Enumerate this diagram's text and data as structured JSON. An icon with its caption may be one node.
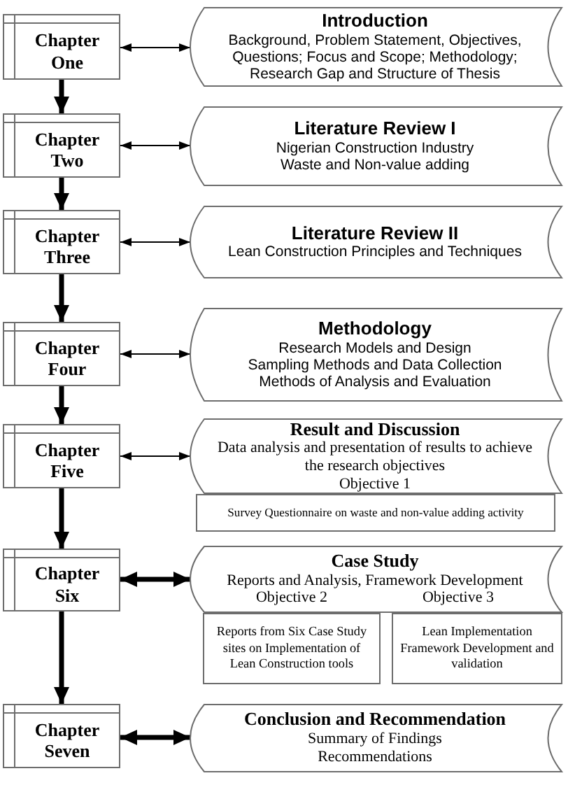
{
  "diagram": {
    "nodes": [
      {
        "text": [
          "Chapter One"
        ]
      },
      {
        "text": [
          "Introduction",
          "Background, Problem Statement, Objectives, Questions; Focus and Scope; Methodology; Research Gap and Structure of Thesis"
        ]
      },
      {
        "text": [
          "Chapter Two"
        ]
      },
      {
        "text": [
          "Literature Review I",
          "Nigerian Construction Industry",
          "Waste and Non-value adding"
        ]
      },
      {
        "text": [
          "Chapter Three"
        ]
      },
      {
        "text": [
          "Literature Review II",
          "Lean Construction Principles and Techniques"
        ]
      },
      {
        "text": [
          "Chapter Four"
        ]
      },
      {
        "text": [
          "Methodology",
          "Research Models and Design",
          "Sampling Methods and Data Collection",
          "Methods of Analysis and Evaluation"
        ]
      },
      {
        "text": [
          "Chapter Five"
        ]
      },
      {
        "text": [
          "Result and Discussion",
          "Data analysis and presentation of results to achieve the research objectives",
          "Objective 1"
        ]
      },
      {
        "text": [
          "Survey Questionnaire on waste and non-value adding activity"
        ]
      },
      {
        "text": [
          "Chapter Six"
        ]
      },
      {
        "text": [
          "Case Study",
          "Reports and Analysis, Framework Development",
          "Objective 2",
          "Objective 3"
        ]
      },
      {
        "text": [
          "Reports from Six Case Study sites on Implementation of Lean Construction tools"
        ]
      },
      {
        "text": [
          "Lean Implementation Framework Development and validation"
        ]
      },
      {
        "text": [
          "Chapter Seven"
        ]
      },
      {
        "text": [
          "Conclusion and Recommendation",
          "Summary of Findings",
          "Recommendations"
        ]
      }
    ],
    "edges": [
      {
        "from": 0,
        "to": 1,
        "arrow": "both"
      },
      {
        "from": 2,
        "to": 3,
        "arrow": "both"
      },
      {
        "from": 4,
        "to": 5,
        "arrow": "both"
      },
      {
        "from": 6,
        "to": 7,
        "arrow": "both"
      },
      {
        "from": 8,
        "to": 9,
        "arrow": "both"
      },
      {
        "from": 11,
        "to": 12,
        "arrow": "both"
      },
      {
        "from": 15,
        "to": 16,
        "arrow": "both"
      },
      {
        "from": 0,
        "to": 2,
        "arrow": "to"
      },
      {
        "from": 2,
        "to": 4,
        "arrow": "to"
      },
      {
        "from": 4,
        "to": 6,
        "arrow": "to"
      },
      {
        "from": 6,
        "to": 8,
        "arrow": "to"
      },
      {
        "from": 8,
        "to": 11,
        "arrow": "to"
      },
      {
        "from": 11,
        "to": 15,
        "arrow": "to"
      }
    ]
  }
}
